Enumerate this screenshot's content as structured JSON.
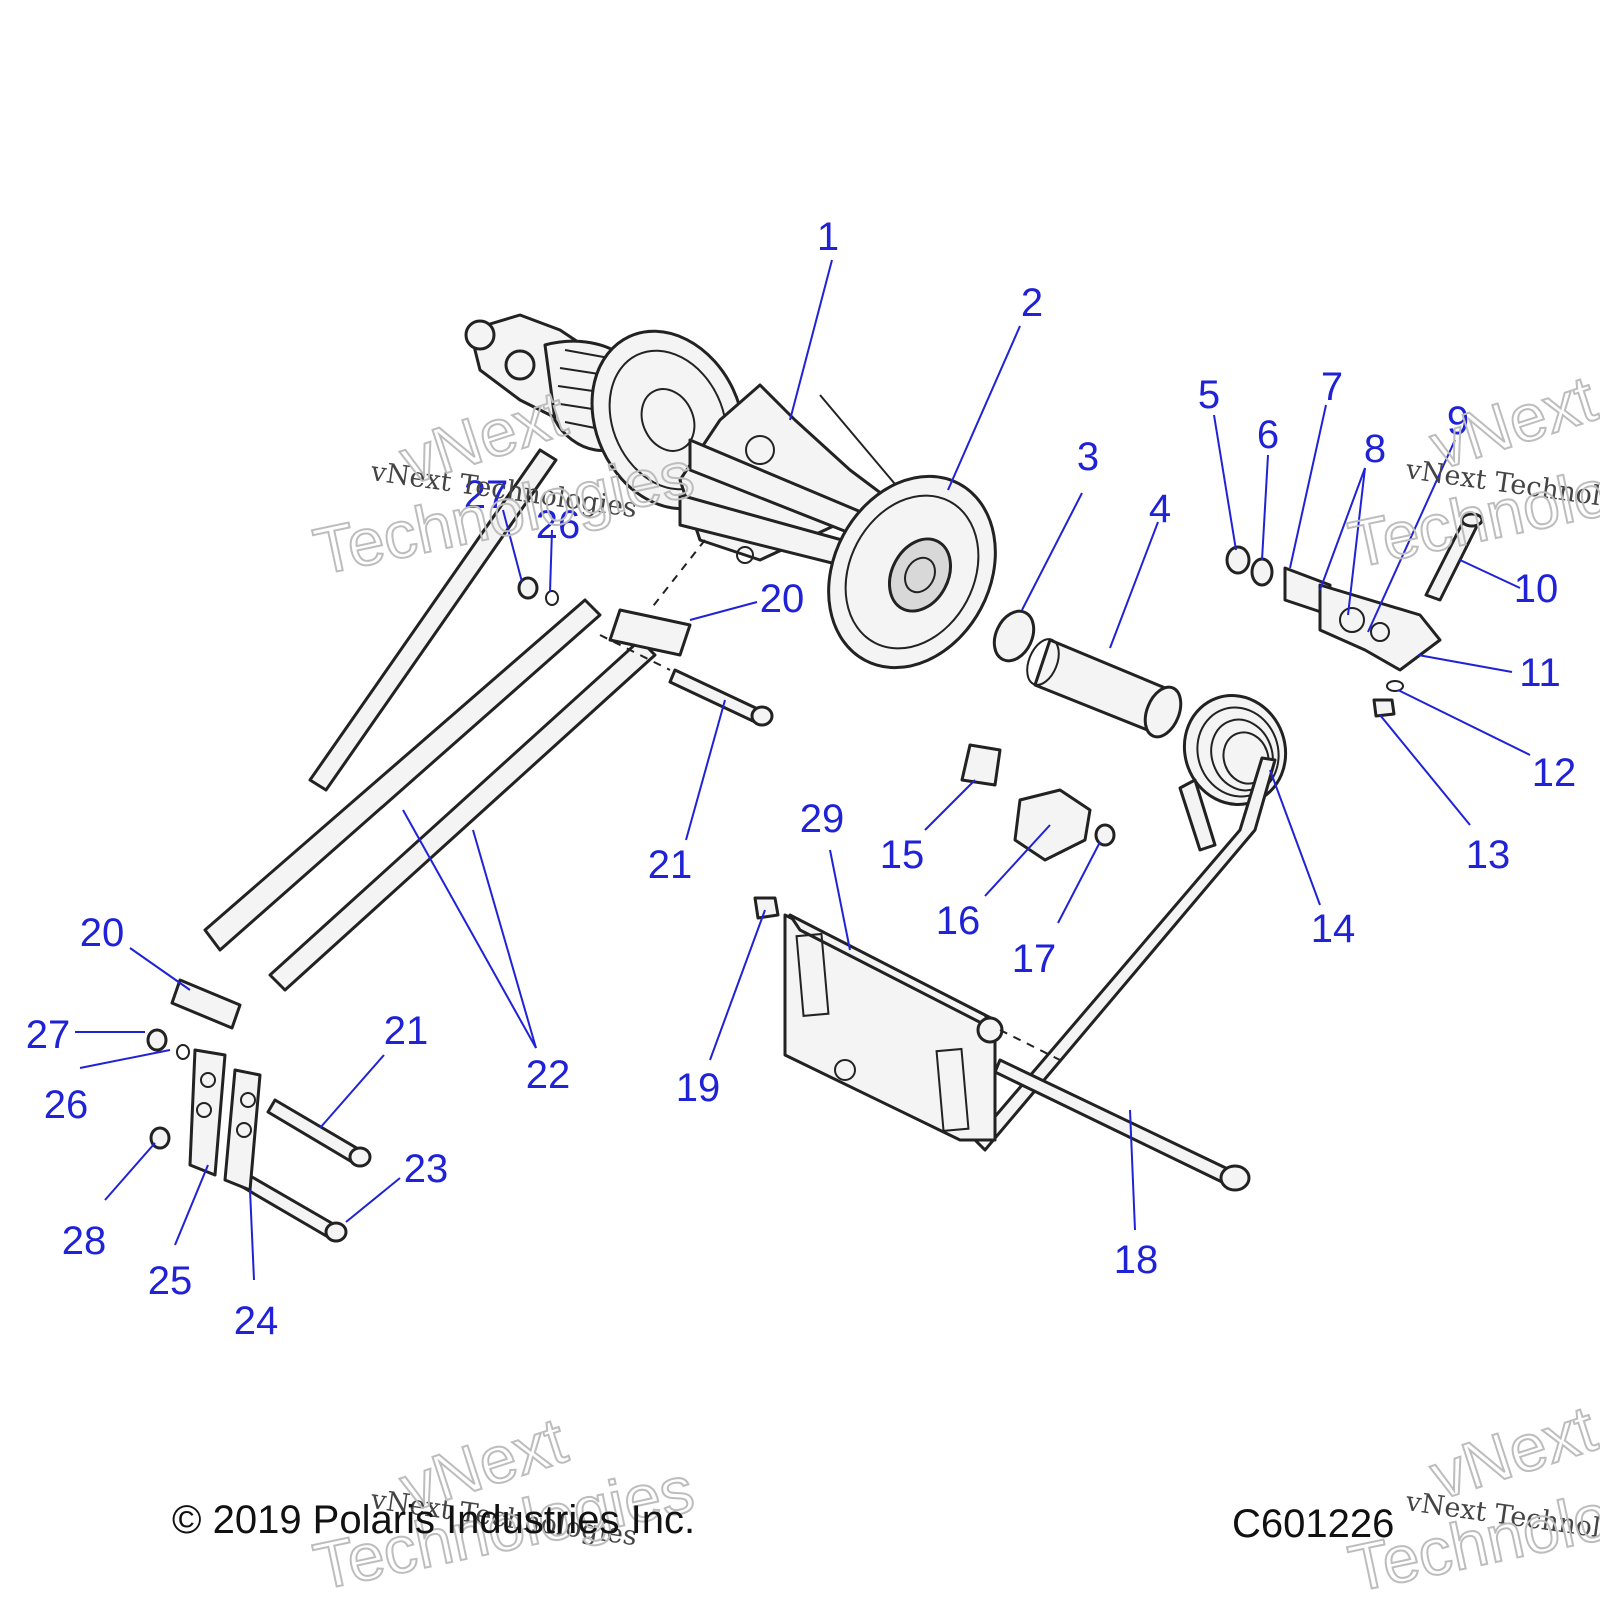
{
  "callouts": [
    "1",
    "2",
    "3",
    "4",
    "5",
    "6",
    "7",
    "8",
    "9",
    "10",
    "11",
    "12",
    "13",
    "14",
    "15",
    "16",
    "17",
    "18",
    "19",
    "20",
    "20",
    "21",
    "21",
    "22",
    "23",
    "24",
    "25",
    "26",
    "26",
    "27",
    "27",
    "28",
    "29"
  ],
  "footer": {
    "copyright": "© 2019 Polaris Industries Inc.",
    "figure_id": "C601226"
  },
  "watermark": {
    "line1": "vNext Technologies",
    "word1": "vNext",
    "word2": "Technologies"
  },
  "colors": {
    "callout": "#1f22d6",
    "linework": "#222222"
  }
}
